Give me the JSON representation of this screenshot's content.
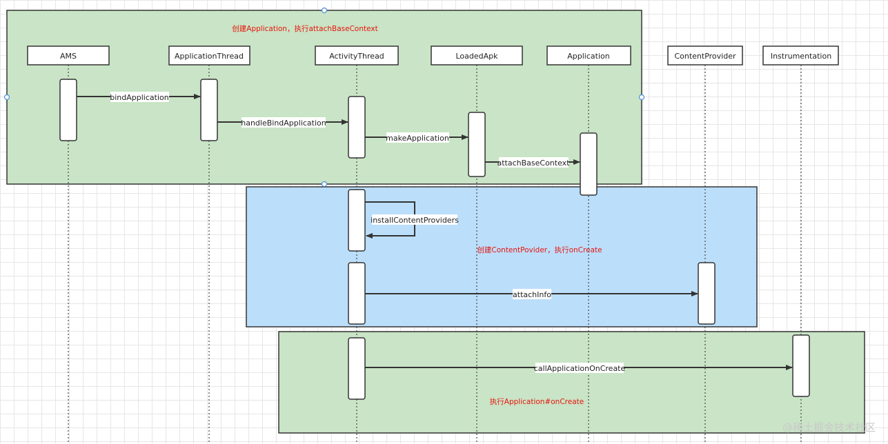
{
  "diagram": {
    "regions": [
      {
        "note": "创建Application，执行attachBaseContext",
        "color": "#c9e4c6"
      },
      {
        "note": "创建ContentPovider，执行onCreate",
        "color": "#bbdefb"
      },
      {
        "note": "执行Application#onCreate",
        "color": "#c9e4c6"
      }
    ],
    "participants": [
      "AMS",
      "ApplicationThread",
      "ActivityThread",
      "LoadedApk",
      "Application",
      "ContentProvider",
      "Instrumentation"
    ],
    "messages": [
      {
        "from": "AMS",
        "to": "ApplicationThread",
        "label": "bindApplication"
      },
      {
        "from": "ApplicationThread",
        "to": "ActivityThread",
        "label": "handleBindApplication"
      },
      {
        "from": "ActivityThread",
        "to": "LoadedApk",
        "label": "makeApplication"
      },
      {
        "from": "LoadedApk",
        "to": "Application",
        "label": "attachBaseContext"
      },
      {
        "from": "ActivityThread",
        "to": "ActivityThread",
        "label": "installContentProviders"
      },
      {
        "from": "ActivityThread",
        "to": "ContentProvider",
        "label": "attachInfo"
      },
      {
        "from": "ActivityThread",
        "to": "Instrumentation",
        "label": "callApplicationOnCreate"
      }
    ]
  },
  "watermark": "@稀土掘金技术社区"
}
